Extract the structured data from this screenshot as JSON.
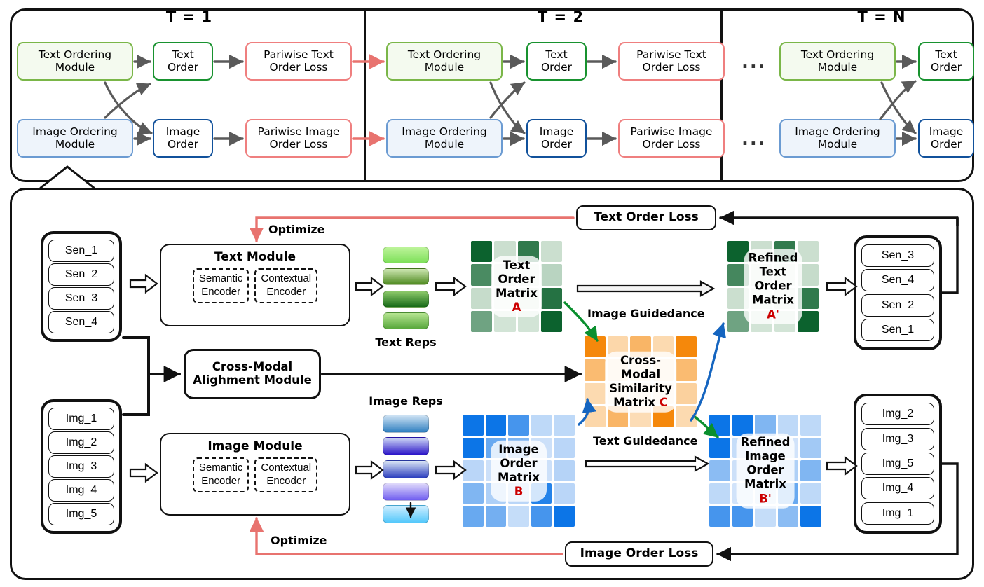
{
  "diagram": {
    "title": "Iterative multimodal ordering framework",
    "colors": {
      "green_light": "#f4faef",
      "green_border": "#7ab648",
      "green_strong": "#18922f",
      "blue_light": "#eef4fb",
      "blue_border": "#6b9bd2",
      "blue_strong": "#11519b",
      "red_border": "#ef7f7f",
      "red_arrow": "#e8736f",
      "gray_arrow": "#5a5a5a",
      "orange": "#f58a00",
      "black": "#111111",
      "sym_red": "#cc0000"
    }
  },
  "top_panel": {
    "stages": [
      {
        "label": "T = 1",
        "text_module": "Text Ordering\nModule",
        "text_order": "Text\nOrder",
        "text_loss": "Pariwise Text\nOrder Loss",
        "image_module": "Image Ordering\nModule",
        "image_order": "Image\nOrder",
        "image_loss": "Pariwise Image\nOrder Loss"
      },
      {
        "label": "T = 2",
        "text_module": "Text Ordering\nModule",
        "text_order": "Text\nOrder",
        "text_loss": "Pariwise Text\nOrder Loss",
        "image_module": "Image Ordering\nModule",
        "image_order": "Image\nOrder",
        "image_loss": "Pariwise Image\nOrder Loss"
      },
      {
        "label": "T = N",
        "text_module": "Text Ordering\nModule",
        "text_order": "Text\nOrder",
        "text_loss": "",
        "image_module": "Image Ordering\nModule",
        "image_order": "Image\nOrder",
        "image_loss": ""
      }
    ],
    "ellipsis": "..."
  },
  "bottom_panel": {
    "input_sentences": {
      "items": [
        "Sen_1",
        "Sen_2",
        "Sen_3",
        "Sen_4"
      ]
    },
    "input_images": {
      "items": [
        "Img_1",
        "Img_2",
        "Img_3",
        "Img_4",
        "Img_5"
      ]
    },
    "output_sentences": {
      "items": [
        "Sen_3",
        "Sen_4",
        "Sen_2",
        "Sen_1"
      ]
    },
    "output_images": {
      "items": [
        "Img_2",
        "Img_3",
        "Img_5",
        "Img_4",
        "Img_1"
      ]
    },
    "text_module": {
      "title": "Text Module",
      "encoders": [
        "Semantic\nEncoder",
        "Contextual\nEncoder"
      ]
    },
    "image_module": {
      "title": "Image Module",
      "encoders": [
        "Semantic\nEncoder",
        "Contextual\nEncoder"
      ]
    },
    "alignment_module": "Cross-Modal\nAlighment Module",
    "text_reps_label": "Text Reps",
    "image_reps_label": "Image Reps",
    "text_order_loss": "Text Order Loss",
    "image_order_loss": "Image Order Loss",
    "optimize_top": "Optimize",
    "optimize_bottom": "Optimize",
    "image_guidance": "Image Guidedance",
    "text_guidance": "Text Guidedance",
    "matrix_a": {
      "label": "Text Order\nMatrix",
      "symbol": "A"
    },
    "matrix_a_refined": {
      "label": "Refined\nText Order\nMatrix",
      "symbol": "A'"
    },
    "matrix_b": {
      "label": "Image Order\nMatrix",
      "symbol": "B"
    },
    "matrix_b_refined": {
      "label": "Refined\nImage Order\nMatrix",
      "symbol": "B'"
    },
    "matrix_c": {
      "label": "Cross-Modal\nSimilarity\nMatrix",
      "symbol": "C"
    }
  },
  "chart_data": {
    "type": "heatmap",
    "title": "Order and similarity matrices",
    "matrices": [
      {
        "name": "Text Order Matrix A",
        "rows": 4,
        "cols": 4,
        "colormap": "Greens",
        "values": [
          [
            0.95,
            0.18,
            0.8,
            0.18
          ],
          [
            0.7,
            0.1,
            0.08,
            0.25
          ],
          [
            0.2,
            0.06,
            0.12,
            0.85
          ],
          [
            0.55,
            0.15,
            0.15,
            0.95
          ]
        ]
      },
      {
        "name": "Refined Text Order Matrix A'",
        "rows": 4,
        "cols": 4,
        "colormap": "Greens",
        "values": [
          [
            0.95,
            0.18,
            0.8,
            0.18
          ],
          [
            0.72,
            0.1,
            0.08,
            0.2
          ],
          [
            0.18,
            0.08,
            0.1,
            0.8
          ],
          [
            0.55,
            0.15,
            0.15,
            0.95
          ]
        ]
      },
      {
        "name": "Cross-Modal Similarity Matrix C",
        "rows": 4,
        "cols": 5,
        "colormap": "Oranges",
        "values": [
          [
            0.95,
            0.25,
            0.55,
            0.22,
            0.95
          ],
          [
            0.5,
            0.12,
            0.1,
            0.12,
            0.5
          ],
          [
            0.22,
            0.05,
            0.08,
            0.06,
            0.3
          ],
          [
            0.25,
            0.55,
            0.2,
            0.95,
            0.22
          ]
        ]
      },
      {
        "name": "Image Order Matrix B",
        "rows": 5,
        "cols": 5,
        "colormap": "Blues",
        "values": [
          [
            0.95,
            0.95,
            0.7,
            0.18,
            0.18
          ],
          [
            0.95,
            0.55,
            0.45,
            0.12,
            0.2
          ],
          [
            0.2,
            0.12,
            0.1,
            0.12,
            0.22
          ],
          [
            0.45,
            0.25,
            0.2,
            0.85,
            0.2
          ],
          [
            0.55,
            0.5,
            0.15,
            0.7,
            0.95
          ]
        ]
      },
      {
        "name": "Refined Image Order Matrix B'",
        "rows": 5,
        "cols": 5,
        "colormap": "Blues",
        "values": [
          [
            0.95,
            0.95,
            0.45,
            0.18,
            0.18
          ],
          [
            0.95,
            0.15,
            0.12,
            0.1,
            0.3
          ],
          [
            0.4,
            0.12,
            0.1,
            0.25,
            0.45
          ],
          [
            0.18,
            0.1,
            0.1,
            0.55,
            0.18
          ],
          [
            0.7,
            0.7,
            0.15,
            0.4,
            0.95
          ]
        ]
      }
    ],
    "reps": [
      {
        "name": "Text Reps",
        "count": 4,
        "colormap": "Greens"
      },
      {
        "name": "Image Reps",
        "count": 5,
        "colormap": "Blues"
      }
    ]
  }
}
